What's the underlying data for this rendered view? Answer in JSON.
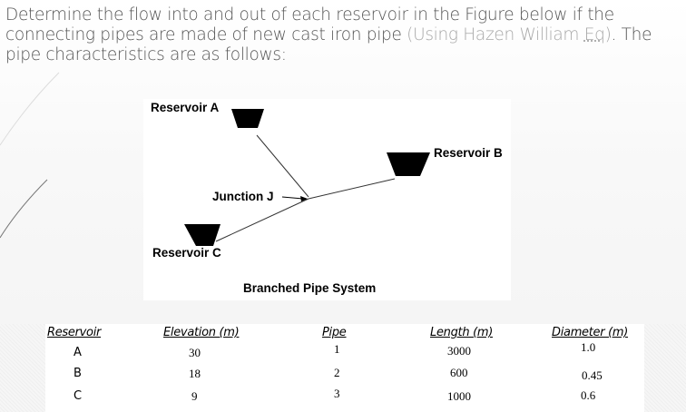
{
  "problem": {
    "text_main": "Determine the flow into and out of each reservoir in the Figure below if the connecting pipes are made of new cast iron pipe ",
    "text_hint": "(Using Hazen William ",
    "text_eq": "Eq",
    "text_hint_close": ")",
    "text_end": ". The pipe characteristics are as follows:"
  },
  "figure": {
    "caption": "Branched Pipe System",
    "reservoir_a_label": "Reservoir A",
    "reservoir_b_label": "Reservoir B",
    "reservoir_c_label": "Reservoir C",
    "junction_label": "Junction J"
  },
  "table": {
    "headers": {
      "reservoir": "Reservoir",
      "elevation": "Elevation (m)",
      "pipe": "Pipe",
      "length": "Length (m)",
      "diameter": "Diameter (m)"
    },
    "reservoirs": [
      {
        "name": "A",
        "elevation": "30"
      },
      {
        "name": "B",
        "elevation": "18"
      },
      {
        "name": "C",
        "elevation": "9"
      }
    ],
    "pipes": [
      {
        "pipe": "1",
        "length": "3000",
        "diameter": "1.0"
      },
      {
        "pipe": "2",
        "length": "600",
        "diameter": "0.45"
      },
      {
        "pipe": "3",
        "length": "1000",
        "diameter": "0.6"
      }
    ]
  }
}
